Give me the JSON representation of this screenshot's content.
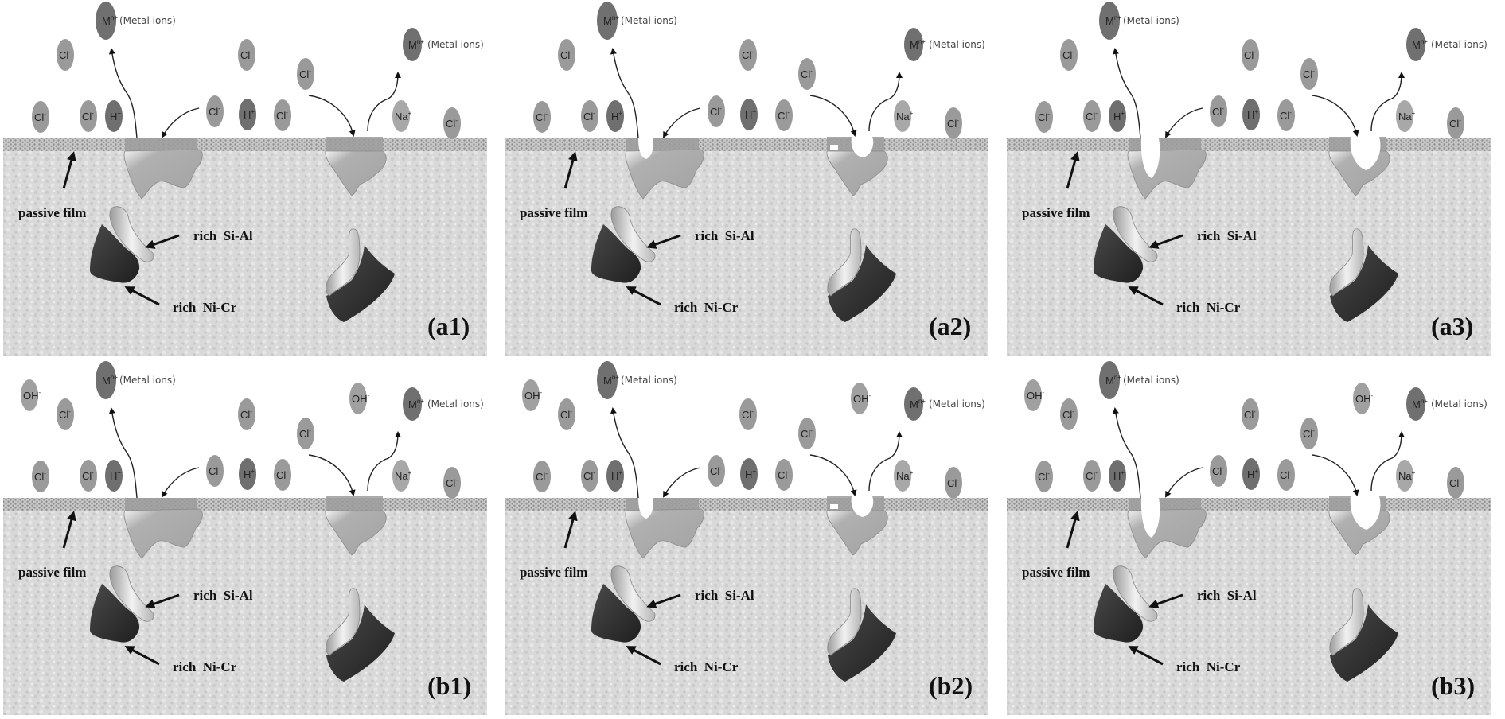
{
  "figure": {
    "description": "Schematic of pitting corrosion mechanism around Si-Al / Ni-Cr rich inclusions beneath a passive film, shown in six stages",
    "labels": {
      "passive_film": "passive film",
      "rich_si_al": "rich  Si-Al",
      "rich_ni_cr": "rich  Ni-Cr",
      "metal_ions": "(Metal ions)"
    },
    "ion_symbols": {
      "metal": {
        "base": "M",
        "charge": "n+"
      },
      "chloride": {
        "base": "Cl",
        "charge": "-"
      },
      "hydrogen": {
        "base": "H",
        "charge": "+"
      },
      "sodium": {
        "base": "Na",
        "charge": "+"
      },
      "hydroxide": {
        "base": "OH",
        "charge": "-"
      }
    },
    "colors": {
      "chloride": "#9a9a9a",
      "hydrogen": "#6f6f6f",
      "metal": "#707070",
      "sodium": "#a8a8a8",
      "hydroxide": "#a0a0a0",
      "passive_film": "#b4b4b4",
      "pit_film": "#9c9c9c",
      "substrate": "#d9d9d9",
      "inclusion_dark": "#3a3a3a",
      "inclusion_light": "#c4c4c4"
    },
    "panels": [
      {
        "tag": "(a1)",
        "row": "a",
        "stage": 1,
        "has_hydroxide": false
      },
      {
        "tag": "(a2)",
        "row": "a",
        "stage": 2,
        "has_hydroxide": false
      },
      {
        "tag": "(a3)",
        "row": "a",
        "stage": 3,
        "has_hydroxide": false
      },
      {
        "tag": "(b1)",
        "row": "b",
        "stage": 1,
        "has_hydroxide": true
      },
      {
        "tag": "(b2)",
        "row": "b",
        "stage": 2,
        "has_hydroxide": true
      },
      {
        "tag": "(b3)",
        "row": "b",
        "stage": 3,
        "has_hydroxide": true
      }
    ]
  }
}
